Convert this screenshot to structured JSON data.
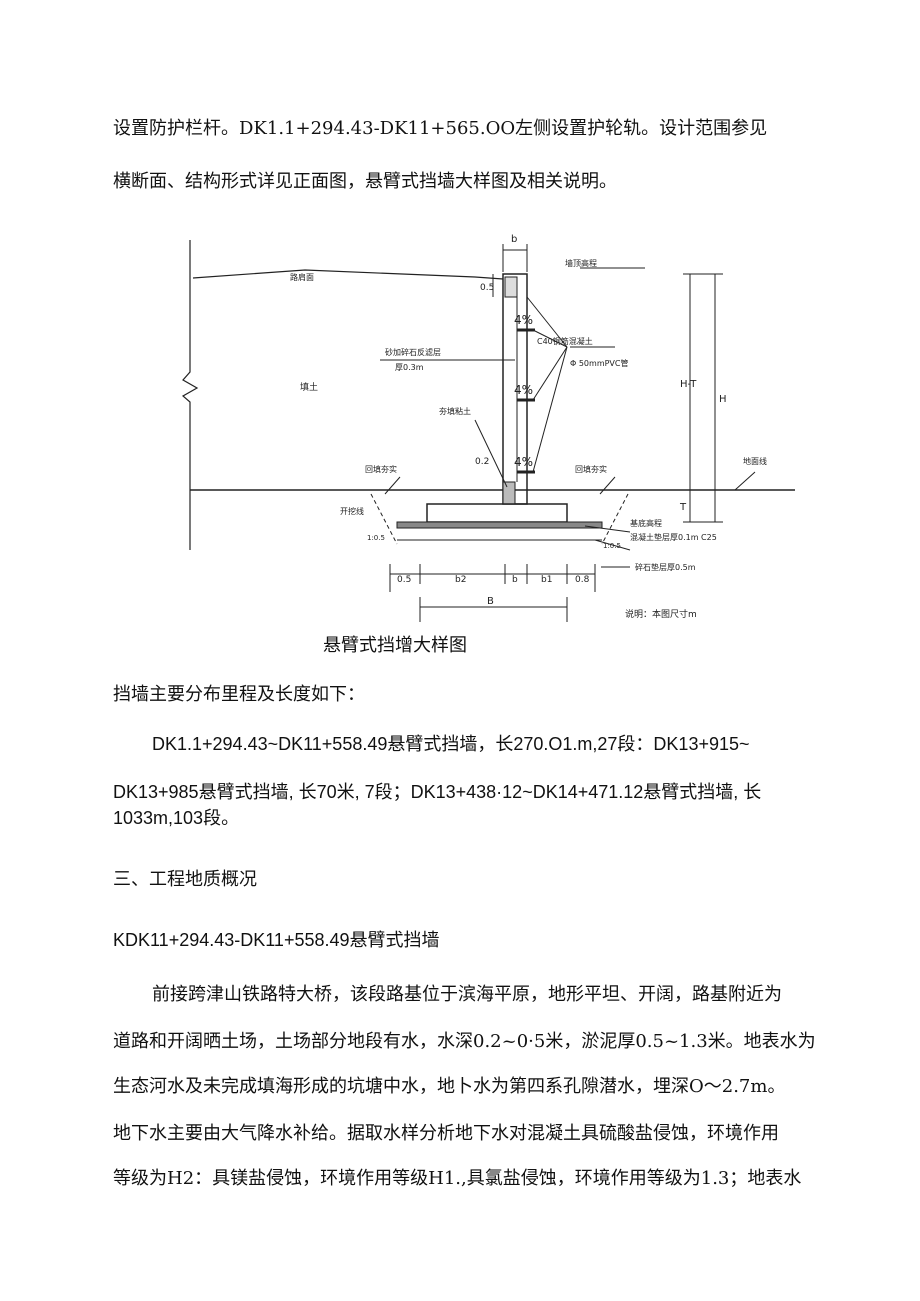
{
  "intro": {
    "line1": "设置防护栏杆。DK1.1+294.43-DK11+565.OO左侧设置护轮轨。设计范围参见",
    "line2": "横断面、结构形式详见正面图，悬臂式挡墙大样图及相关说明。"
  },
  "figure": {
    "labels": {
      "b_top": "b",
      "road_surface": "路肩面",
      "wall_top_elev": "墙顶高程",
      "dim_05": "0.5",
      "concrete": "C40钢筋混凝土",
      "pipe": "Φ 50mmPVC管",
      "filter": "砂加碎石反滤层",
      "filter_thk": "厚0.3m",
      "fill": "填土",
      "clay": "夯填粘土",
      "slope": "4%",
      "dim_02": "0.2",
      "h_minus_t": "H-T",
      "h": "H",
      "t": "T",
      "backfill_left": "回填夯实",
      "backfill_right": "回填夯实",
      "ground_line": "地面线",
      "excavation": "开挖线",
      "base_elev": "基底高程",
      "cushion": "混凝土垫层厚0.1m C25",
      "gravel": "碎石垫层厚0.5m",
      "slope_left": "1:0.5",
      "slope_right": "1:0.5",
      "dim_a": "0.5",
      "dim_b2": "b2",
      "dim_b": "b",
      "dim_b1": "b1",
      "dim_c": "0.8",
      "dim_B": "B",
      "note": "说明：本图尺寸m"
    },
    "caption": "悬臂式挡增大样图"
  },
  "body": {
    "dist_title": "挡墙主要分布里程及长度如下：",
    "dist_line1": "DK1.1+294.43~DK11+558.49悬臂式挡墙，长270.O1.m,27段：DK13+915~",
    "dist_line2": "DK13+985悬臂式挡墙, 长70米, 7段；DK13+438·12~DK14+471.12悬臂式挡墙, 长",
    "dist_line3": "1033m,103段。",
    "section_heading": "三、工程地质概况",
    "sub_heading": "KDK11+294.43-DK11+558.49悬臂式挡墙",
    "para1": "前接跨津山铁路特大桥，该段路基位于滨海平原，地形平坦、开阔，路基附近为",
    "para2": "道路和开阔晒土场，土场部分地段有水，水深0.2~0·5米，淤泥厚0.5~1.3米。地表水为",
    "para3": "生态河水及未完成填海形成的坑塘中水，地卜水为第四系孔隙潜水，埋深O～2.7m。",
    "para4": "地下水主要由大气降水补给。据取水样分析地下水对混凝土具硫酸盐侵蚀，环境作用",
    "para5": "等级为H2：具镁盐侵蚀，环境作用等级H1.,具氯盐侵蚀，环境作用等级为1.3；地表水"
  }
}
